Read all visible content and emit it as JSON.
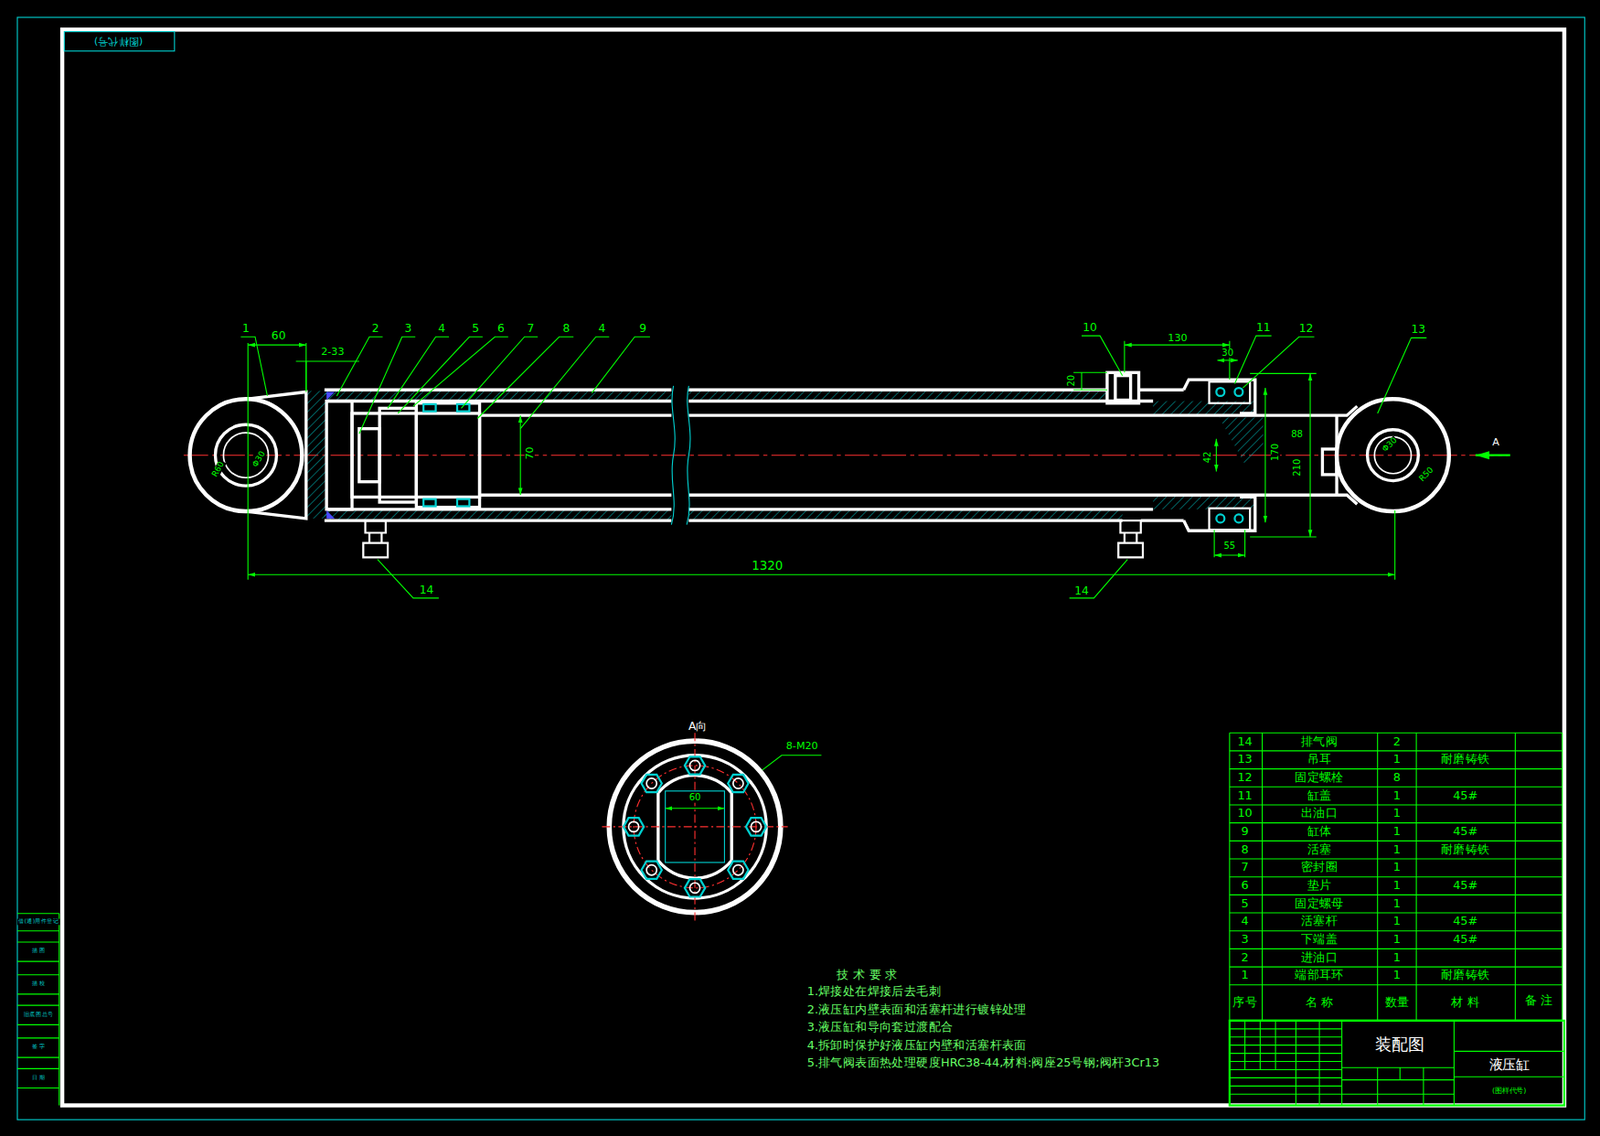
{
  "diagram": {
    "labels": [
      "(图样代号)",
      "1",
      "60",
      "2",
      "2-33",
      "3",
      "4",
      "5",
      "6",
      "7",
      "8",
      "4",
      "9",
      "10",
      "130",
      "11",
      "12",
      "13",
      "30",
      "20",
      "70",
      "42",
      "170",
      "210",
      "88",
      "R60",
      "Φ30",
      "Φ30",
      "R50",
      "1320",
      "55",
      "14",
      "14",
      "A",
      "A向",
      "8-M20",
      "60",
      "技 术 要 求",
      "1.焊接处在焊接后去毛刺",
      "2.液压缸内壁表面和活塞杆进行镀锌处理",
      "3.液压缸和导向套过渡配合",
      "4.拆卸时保护好液压缸内壁和活塞杆表面",
      "5.排气阀表面热处理硬度HRC38-44,材料:阀座25号钢;阀杆3Cr13",
      "14",
      "排气阀",
      "2",
      "13",
      "吊耳",
      "1",
      "耐磨铸铁",
      "12",
      "固定螺栓",
      "8",
      "11",
      "缸盖",
      "1",
      "45#",
      "10",
      "出油口",
      "1",
      "9",
      "缸体",
      "1",
      "45#",
      "8",
      "活塞",
      "1",
      "耐磨铸铁",
      "7",
      "密封圈",
      "1",
      "6",
      "垫片",
      "1",
      "45#",
      "5",
      "固定螺母",
      "1",
      "4",
      "活塞杆",
      "1",
      "45#",
      "3",
      "下端盖",
      "1",
      "45#",
      "2",
      "进油口",
      "1",
      "1",
      "端部耳环",
      "1",
      "耐磨铸铁",
      "序号",
      "名 称",
      "数量",
      "材 料",
      "备 注",
      "装配图",
      "液压缸",
      "(图样代号)",
      "借(通)用件登记",
      "描 图",
      "描 校",
      "旧底图总号",
      "签 字",
      "日 期"
    ]
  }
}
